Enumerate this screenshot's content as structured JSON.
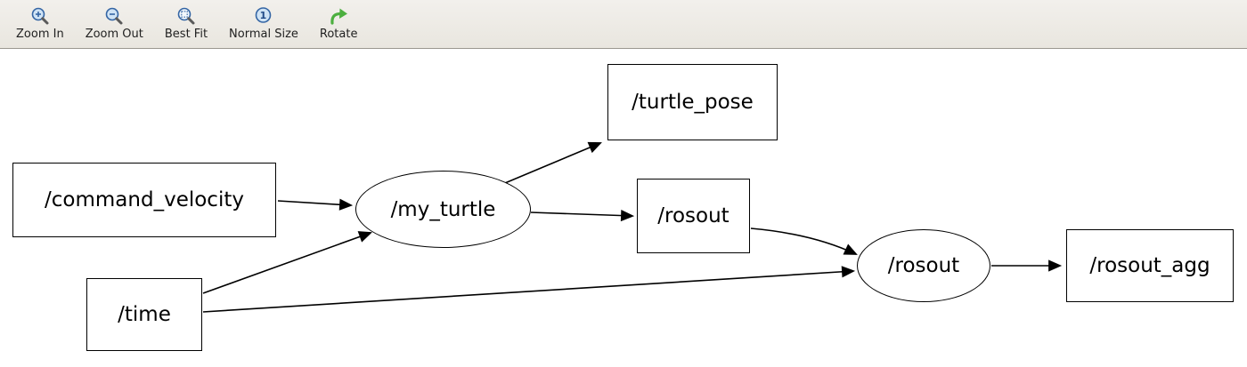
{
  "toolbar": {
    "buttons": [
      {
        "label": "Zoom In",
        "icon": "zoom-in-icon"
      },
      {
        "label": "Zoom Out",
        "icon": "zoom-out-icon"
      },
      {
        "label": "Best Fit",
        "icon": "best-fit-icon"
      },
      {
        "label": "Normal Size",
        "icon": "normal-size-icon"
      },
      {
        "label": "Rotate",
        "icon": "rotate-icon"
      }
    ]
  },
  "graph": {
    "nodes": [
      {
        "id": "command_velocity",
        "label": "/command_velocity",
        "shape": "rect"
      },
      {
        "id": "time",
        "label": "/time",
        "shape": "rect"
      },
      {
        "id": "my_turtle",
        "label": "/my_turtle",
        "shape": "ellipse"
      },
      {
        "id": "turtle_pose",
        "label": "/turtle_pose",
        "shape": "rect"
      },
      {
        "id": "rosout_topic",
        "label": "/rosout",
        "shape": "rect"
      },
      {
        "id": "rosout_node",
        "label": "/rosout",
        "shape": "ellipse"
      },
      {
        "id": "rosout_agg",
        "label": "/rosout_agg",
        "shape": "rect"
      }
    ],
    "edges": [
      {
        "from": "command_velocity",
        "to": "my_turtle"
      },
      {
        "from": "time",
        "to": "my_turtle"
      },
      {
        "from": "time",
        "to": "rosout_node"
      },
      {
        "from": "my_turtle",
        "to": "turtle_pose"
      },
      {
        "from": "my_turtle",
        "to": "rosout_topic"
      },
      {
        "from": "rosout_topic",
        "to": "rosout_node"
      },
      {
        "from": "rosout_node",
        "to": "rosout_agg"
      }
    ]
  },
  "colors": {
    "toolbar_bg": "#ece9e2",
    "toolbar_border": "#9b978f",
    "canvas_bg": "#ffffff",
    "node_border": "#000000",
    "edge": "#000000",
    "icon_blue": "#3465a4",
    "icon_lens": "#cfe3f5",
    "icon_green": "#4caf3f"
  }
}
